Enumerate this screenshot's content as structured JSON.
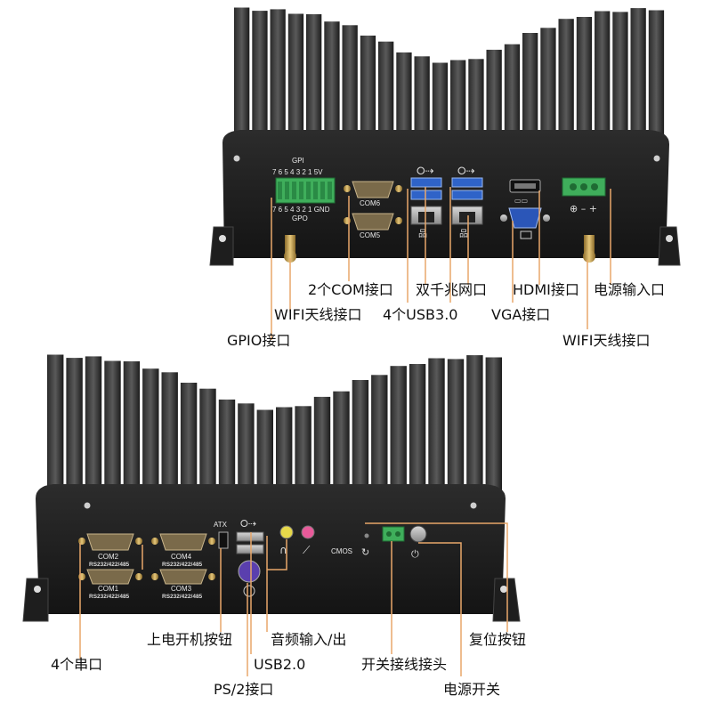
{
  "accent_line_color": "#e8a76a",
  "top_device": {
    "panel_text": {
      "gpi": "GPI",
      "gpi_pins": "7 6 5 4 3 2 1 5V",
      "gpo_pins": "7 6 5 4 3 2 1 GND",
      "gpo": "GPO",
      "com6": "COM6",
      "com5": "COM5"
    },
    "labels": {
      "com_ports": "2个COM接口",
      "gigabit_lan": "双千兆网口",
      "hdmi": "HDMI接口",
      "power_in": "电源输入口",
      "wifi_left": "WIFI天线接口",
      "usb3": "4个USB3.0",
      "vga": "VGA接口",
      "gpio": "GPIO接口",
      "wifi_right": "WIFI天线接口"
    }
  },
  "bottom_device": {
    "panel_text": {
      "atx": "ATX",
      "com2": "COM2",
      "com4": "COM4",
      "com1": "COM1",
      "com3": "COM3",
      "rs_spec": "RS232/422/485",
      "cmos": "CMOS"
    },
    "labels": {
      "power_on_button": "上电开机按钮",
      "audio": "音频输入/出",
      "reset": "复位按钮",
      "serial4": "4个串口",
      "usb2": "USB2.0",
      "switch_header": "开关接线接头",
      "ps2": "PS/2接口",
      "power_switch": "电源开关"
    }
  }
}
